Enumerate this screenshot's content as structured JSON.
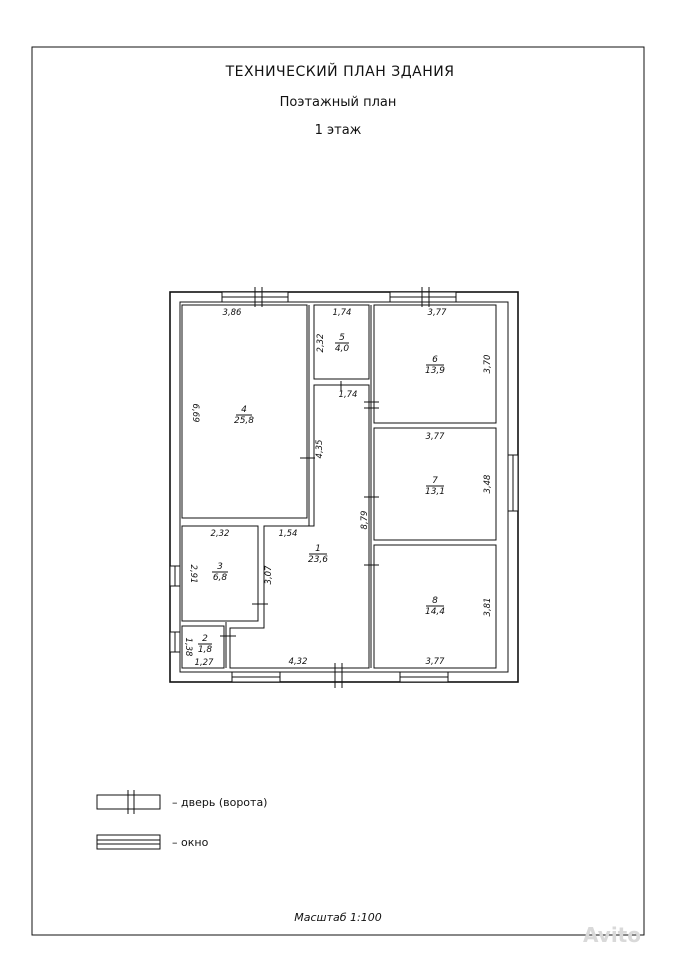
{
  "header": {
    "title": "ТЕХНИЧЕСКИЙ ПЛАН ЗДАНИЯ",
    "subtitle": "Поэтажный план",
    "floor": "1 этаж"
  },
  "rooms": [
    {
      "num": "1",
      "area": "23,6"
    },
    {
      "num": "2",
      "area": "1,8"
    },
    {
      "num": "3",
      "area": "6,8"
    },
    {
      "num": "4",
      "area": "25,8"
    },
    {
      "num": "5",
      "area": "4,0"
    },
    {
      "num": "6",
      "area": "13,9"
    },
    {
      "num": "7",
      "area": "13,1"
    },
    {
      "num": "8",
      "area": "14,4"
    }
  ],
  "dimensions": {
    "r4_width": "3,86",
    "r4_height": "6,69",
    "r5_width": "1,74",
    "r5_height": "2,32",
    "r6_width": "3,77",
    "r6_height": "3,70",
    "r7_width": "3,77",
    "r7_height": "3,48",
    "r8_width": "3,77",
    "r8_height": "3,81",
    "r3_width": "2,32",
    "r3_height": "2,91",
    "r2_width": "1,27",
    "r2_height": "1,38",
    "r1_top": "1,74",
    "r1_mid": "1,54",
    "r1_bottom": "4,32",
    "r1_h1": "4,35",
    "r1_h2": "3,07",
    "r1_h3": "8,79"
  },
  "legend": {
    "door": "– дверь (ворота)",
    "window": "– окно"
  },
  "scale": "Масштаб 1:100",
  "watermark": "Avito"
}
